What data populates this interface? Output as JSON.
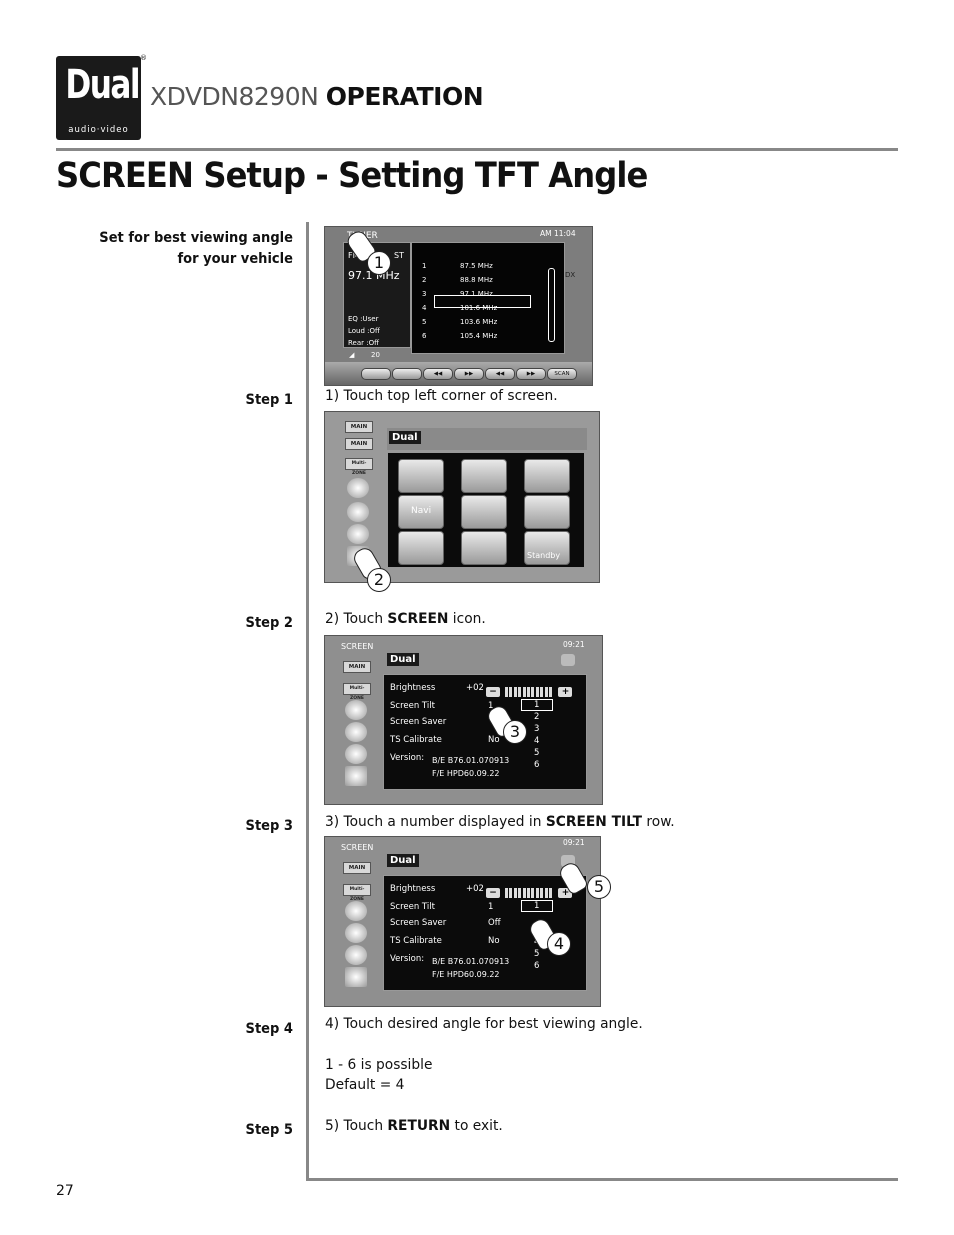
{
  "header": {
    "logo_word": "Dual",
    "logo_sub": "audio·video",
    "registered": "®",
    "model": "XDVDN8290N",
    "section": "OPERATION"
  },
  "page_title": "SCREEN Setup - Setting TFT Angle",
  "intro": "Set for best viewing angle for your vehicle",
  "steps": [
    {
      "label": "Step 1",
      "pre": "1) Touch top left corner of screen.",
      "bold": "",
      "post": ""
    },
    {
      "label": "Step 2",
      "pre": "2) Touch ",
      "bold": "SCREEN",
      "post": " icon."
    },
    {
      "label": "Step 3",
      "pre": "3) Touch a number displayed in ",
      "bold": "SCREEN TILT",
      "post": " row."
    },
    {
      "label": "Step 4",
      "pre": "4) Touch desired angle for best viewing angle.",
      "bold": "",
      "post": ""
    },
    {
      "label": "Step 5",
      "pre": "5) Touch ",
      "bold": "RETURN",
      "post": " to exit."
    }
  ],
  "notes": {
    "possible": "1 - 6  is possible",
    "default": "Default = 4"
  },
  "page_number": "27",
  "tuner": {
    "title": "TUNER",
    "clock": "AM 11:04",
    "band": "FM",
    "st": "ST",
    "freq": "97.1 MHz",
    "eq": "EQ    :User",
    "loud": "Loud :Off",
    "rear": "Rear :Off",
    "volume": "20",
    "dx": "DX",
    "scan": "SCAN",
    "presets": [
      {
        "n": "1",
        "f": "87.5 MHz"
      },
      {
        "n": "2",
        "f": "88.8 MHz"
      },
      {
        "n": "3",
        "f": "97.1 MHz"
      },
      {
        "n": "4",
        "f": "101.6 MHz"
      },
      {
        "n": "5",
        "f": "103.6 MHz"
      },
      {
        "n": "6",
        "f": "105.4 MHz"
      }
    ]
  },
  "main_menu": {
    "tab": "MAIN",
    "tab2": "MAIN",
    "multizone": "Multi-ZONE",
    "logo": "Dual",
    "navi": "Navi",
    "standby": "Standby"
  },
  "screen_menu": {
    "title": "SCREEN",
    "clock": "09:21",
    "tab": "MAIN",
    "multizone": "Multi-ZONE",
    "logo": "Dual",
    "rows": {
      "brightness_label": "Brightness",
      "brightness_val": "+02",
      "tilt_label": "Screen Tilt",
      "tilt_val": "1",
      "saver_label": "Screen Saver",
      "saver_val": "Off",
      "ts_label": "TS Calibrate",
      "ts_val": "No",
      "version_label": "Version:",
      "version_be": "B/E B76.01.070913",
      "version_fe": "F/E HPD60.09.22"
    },
    "tilt_options": [
      "1",
      "2",
      "3",
      "4",
      "5",
      "6"
    ],
    "minus": "−",
    "plus": "+"
  },
  "callouts": [
    "1",
    "2",
    "3",
    "4",
    "5"
  ]
}
